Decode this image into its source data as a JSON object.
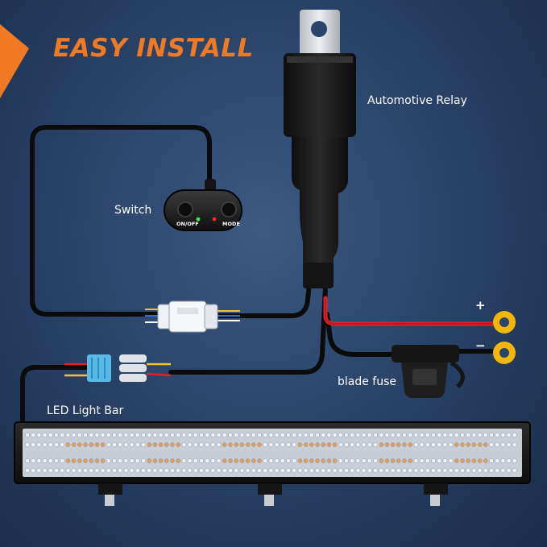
{
  "title": "EASY INSTALL",
  "labels": {
    "relay": "Automotive Relay",
    "switch": "Switch",
    "fuse": "blade fuse",
    "light_bar": "LED Light Bar",
    "positive": "+",
    "negative": "−"
  },
  "switch_buttons": {
    "power": "ON/OFF",
    "mode": "MODE"
  },
  "colors": {
    "title": "#f07a24",
    "positive_wire": "#e0202a",
    "terminal_ring": "#f2b705",
    "led_amber": "#d9a066",
    "led_white": "#eef3fb"
  }
}
